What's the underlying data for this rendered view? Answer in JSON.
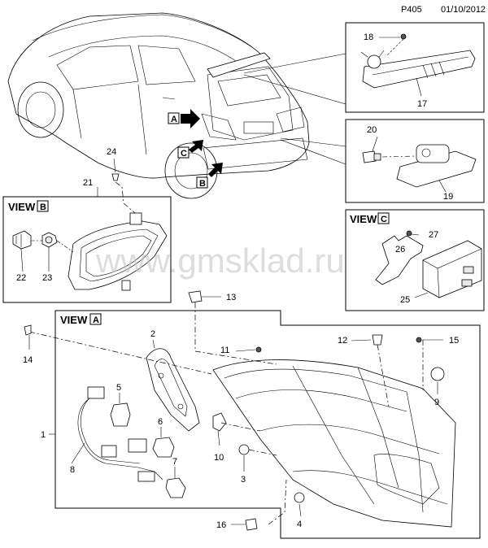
{
  "header": {
    "page_code": "P405",
    "date": "01/10/2012"
  },
  "watermark": "www.gmsklad.ru",
  "views": {
    "b": {
      "prefix": "VIEW",
      "letter": "B"
    },
    "c": {
      "prefix": "VIEW",
      "letter": "C"
    },
    "a": {
      "prefix": "VIEW",
      "letter": "A"
    }
  },
  "car_markers": [
    "A",
    "B",
    "C"
  ],
  "callouts": {
    "n1": "1",
    "n2": "2",
    "n3": "3",
    "n4": "4",
    "n5": "5",
    "n6": "6",
    "n7": "7",
    "n8": "8",
    "n9": "9",
    "n10": "10",
    "n11": "11",
    "n12": "12",
    "n13": "13",
    "n14": "14",
    "n15": "15",
    "n16": "16",
    "n17": "17",
    "n18": "18",
    "n19": "19",
    "n20": "20",
    "n21": "21",
    "n22": "22",
    "n23": "23",
    "n24": "24",
    "n25": "25",
    "n26": "26",
    "n27": "27"
  }
}
